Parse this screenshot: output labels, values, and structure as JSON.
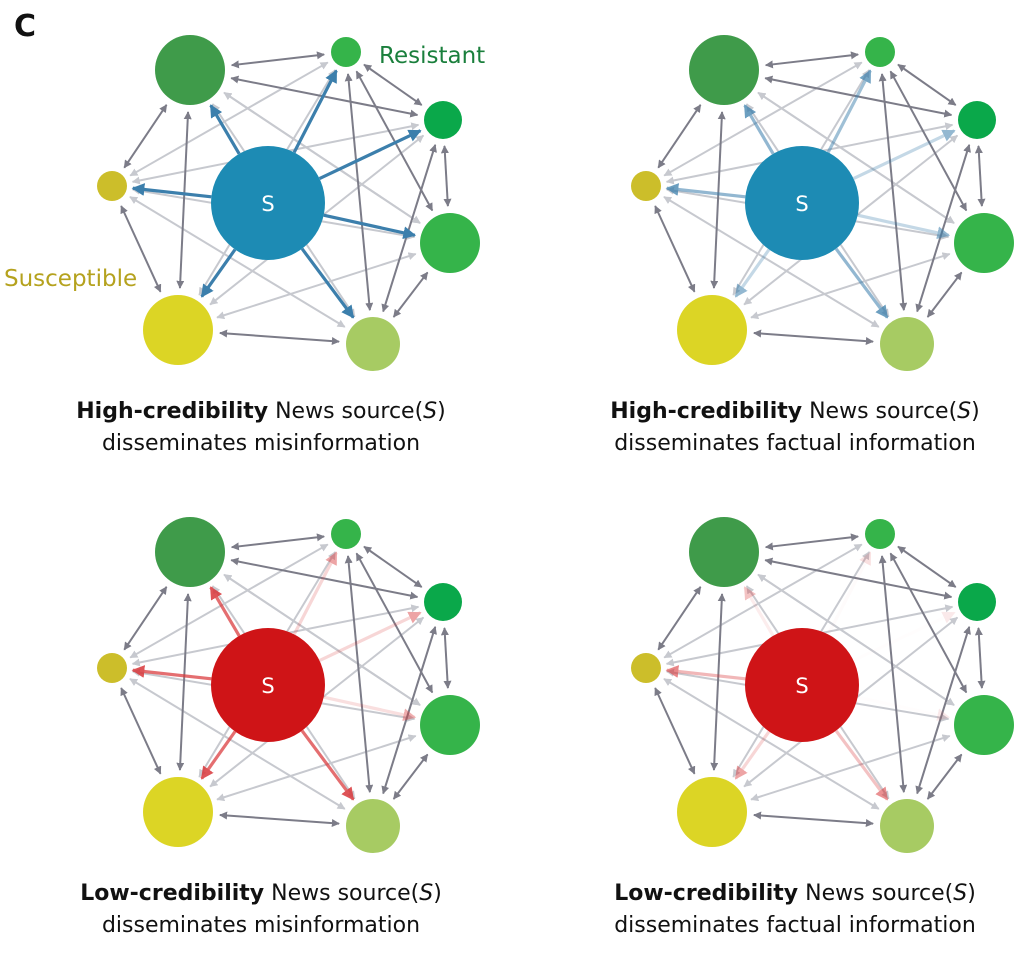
{
  "panel_label": "C",
  "labels": {
    "resistant": "Resistant",
    "susceptible": "Susceptible",
    "source_node": "S"
  },
  "colors": {
    "resistant_label": "#1a7f3c",
    "susceptible_label": "#b5a21e",
    "high_credibility_source": "#1d8bb4",
    "high_arrow": "#3c7fac",
    "low_credibility_source": "#cf1417",
    "low_arrow": "#d9373a",
    "peer_arrow_dark": "#7c7c88",
    "peer_arrow_light": "#c7c9cf",
    "node_dark_green": "#3f9b4a",
    "node_green": "#35b44a",
    "node_deep_green": "#0aa84a",
    "node_light_green": "#a7cb63",
    "node_yellow": "#dcd525",
    "node_olive": "#ccbe2a"
  },
  "panels": [
    {
      "id": "high-misinfo",
      "source_type": "high",
      "caption_bold": "High-credibility",
      "caption_rest": " News source(",
      "caption_italic": "S",
      "caption_close": ")",
      "caption_line2": "disseminates misinformation",
      "source_arrow_opacity": [
        1,
        1,
        1,
        1,
        1,
        1,
        1
      ]
    },
    {
      "id": "high-factual",
      "source_type": "high",
      "caption_bold": "High-credibility",
      "caption_rest": " News source(",
      "caption_italic": "S",
      "caption_close": ")",
      "caption_line2": "disseminates factual information",
      "source_arrow_opacity": [
        0.75,
        0.7,
        0.55,
        0.55,
        0.75,
        0.55,
        0.75
      ]
    },
    {
      "id": "low-misinfo",
      "source_type": "low",
      "caption_bold": "Low-credibility",
      "caption_rest": " News source(",
      "caption_italic": "S",
      "caption_close": ")",
      "caption_line2": "disseminates misinformation",
      "source_arrow_opacity": [
        0.85,
        0.45,
        0.45,
        0.4,
        0.85,
        0.85,
        0.85
      ]
    },
    {
      "id": "low-factual",
      "source_type": "low",
      "caption_bold": "Low-credibility",
      "caption_rest": " News source(",
      "caption_italic": "S",
      "caption_close": ")",
      "caption_line2": "disseminates factual information",
      "source_arrow_opacity": [
        0.3,
        0.15,
        0.1,
        0.1,
        0.55,
        0.45,
        0.6
      ]
    }
  ]
}
